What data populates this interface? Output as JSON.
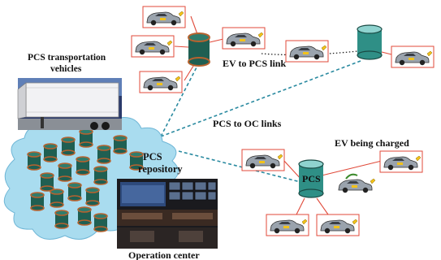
{
  "labels": {
    "pcs_transport": "PCS transportation vehicles",
    "ev_to_pcs": "EV to PCS link",
    "pcs_to_oc": "PCS to OC links",
    "ev_charged": "EV being charged",
    "pcs_repository": "PCS repository",
    "pcs": "PCS",
    "operation_center": "Operation center"
  },
  "colors": {
    "cylinder_dark": "#1f5f52",
    "cylinder_teal": "#2f8f86",
    "cylinder_rim": "#b6622f",
    "cloud_fill": "#a9dcef",
    "frame_red": "#e04a3a",
    "ev_body": "#9aa3ad",
    "charger_yellow": "#f2c21a",
    "dashed_link": "#2a8aa0"
  },
  "icons": [
    "ev-car-icon",
    "charging-plug-icon",
    "storage-cylinder-icon",
    "cloud-icon",
    "truck-trailer-icon",
    "monitor-wall-icon"
  ]
}
